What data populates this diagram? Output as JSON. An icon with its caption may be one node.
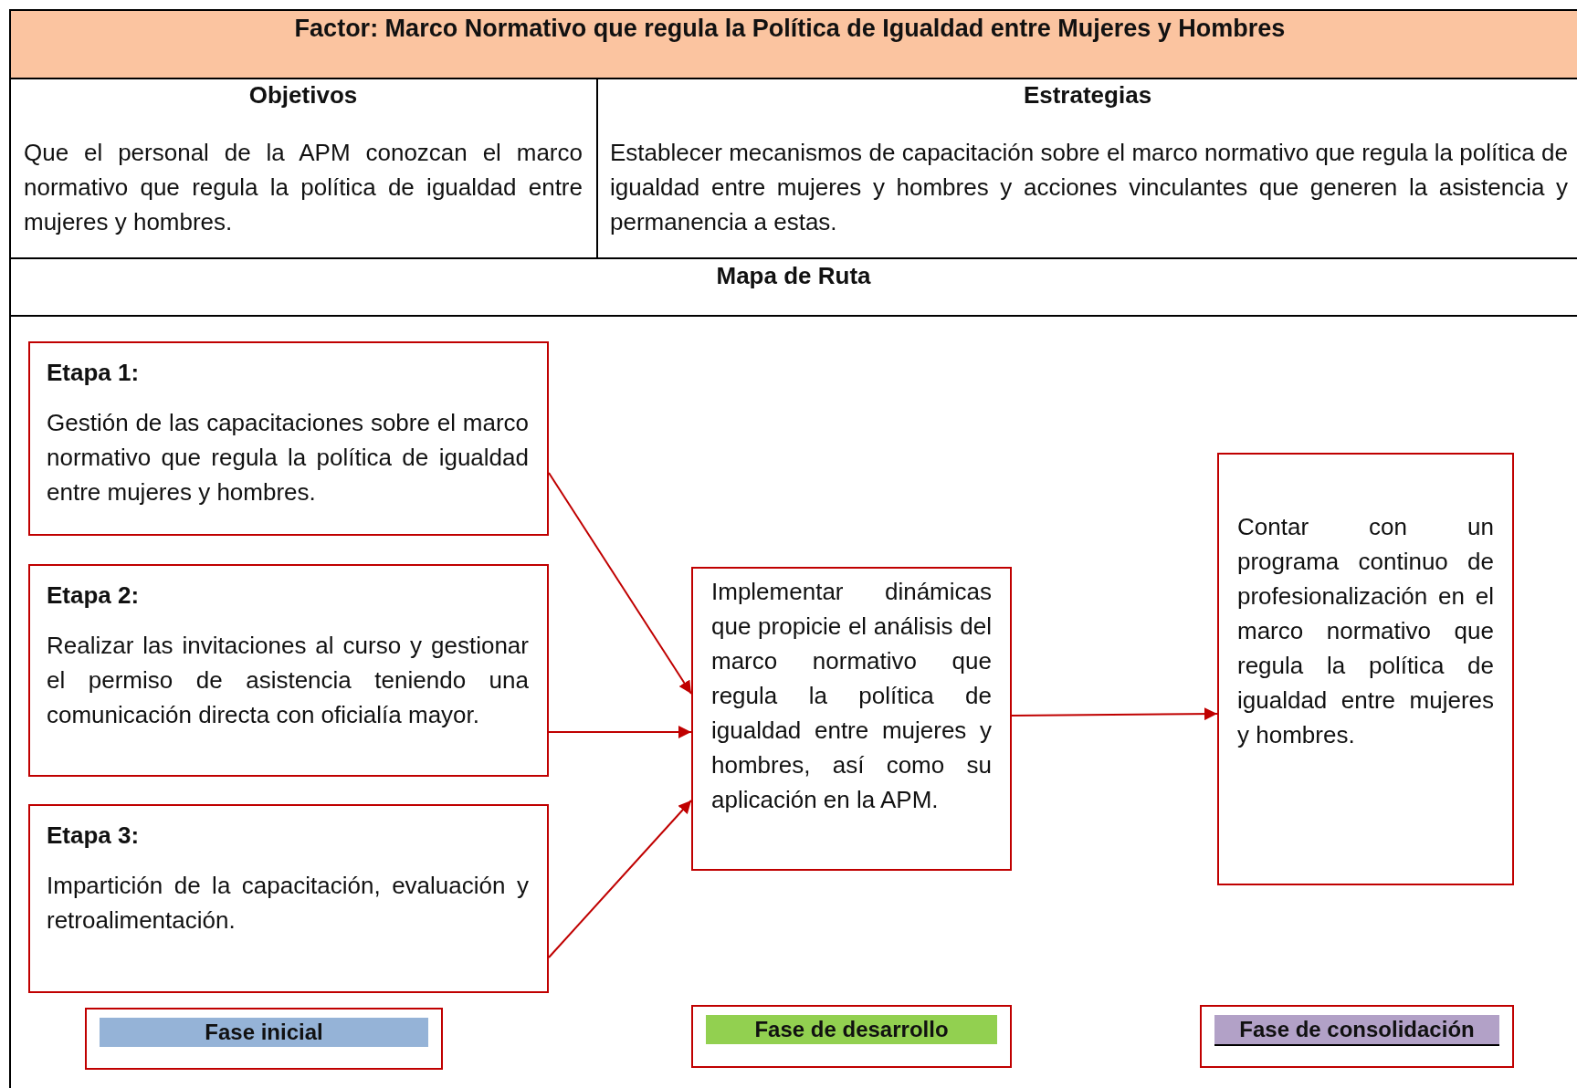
{
  "diagram": {
    "title": "Factor: Marco Normativo que regula la Política de Igualdad entre Mujeres y Hombres",
    "nodes": [
      {
        "text": [
          "Etapa 1:",
          "Gestión de las capacitaciones sobre el marco normativo que regula la política de igualdad entre mujeres y hombres."
        ]
      },
      {
        "text": [
          "Etapa 2:",
          "Realizar las invitaciones al curso y gestionar el permiso de asistencia teniendo una comunicación directa con oficialía mayor."
        ]
      },
      {
        "text": [
          "Etapa 3:",
          "Impartición de la capacitación, evaluación y retroalimentación."
        ]
      },
      {
        "text": [
          "Implementar dinámicas que propicie el análisis del marco normativo que regula la política de igualdad entre mujeres y hombres, así como su aplicación en la APM."
        ]
      },
      {
        "text": [
          "Contar con un programa continuo de profesionalización en el marco normativo que regula la política de igualdad entre mujeres y hombres."
        ]
      },
      {
        "text": [
          "Fase inicial"
        ]
      },
      {
        "text": [
          "Fase de desarrollo"
        ]
      },
      {
        "text": [
          "Fase de consolidación"
        ]
      }
    ],
    "edges": [
      {
        "from": 0,
        "to": 3,
        "arrow": "to"
      },
      {
        "from": 1,
        "to": 3,
        "arrow": "to"
      },
      {
        "from": 2,
        "to": 3,
        "arrow": "to"
      },
      {
        "from": 3,
        "to": 4,
        "arrow": "to"
      }
    ],
    "labels": [
      "Objetivos",
      "Estrategias",
      "Que el personal de la APM conozcan el marco normativo que regula la política de igualdad entre mujeres y hombres.",
      "Establecer mecanismos de capacitación sobre el marco normativo que regula la política de igualdad entre mujeres y hombres y acciones vinculantes que generen la asistencia y permanencia a estas.",
      "Mapa de Ruta"
    ]
  }
}
